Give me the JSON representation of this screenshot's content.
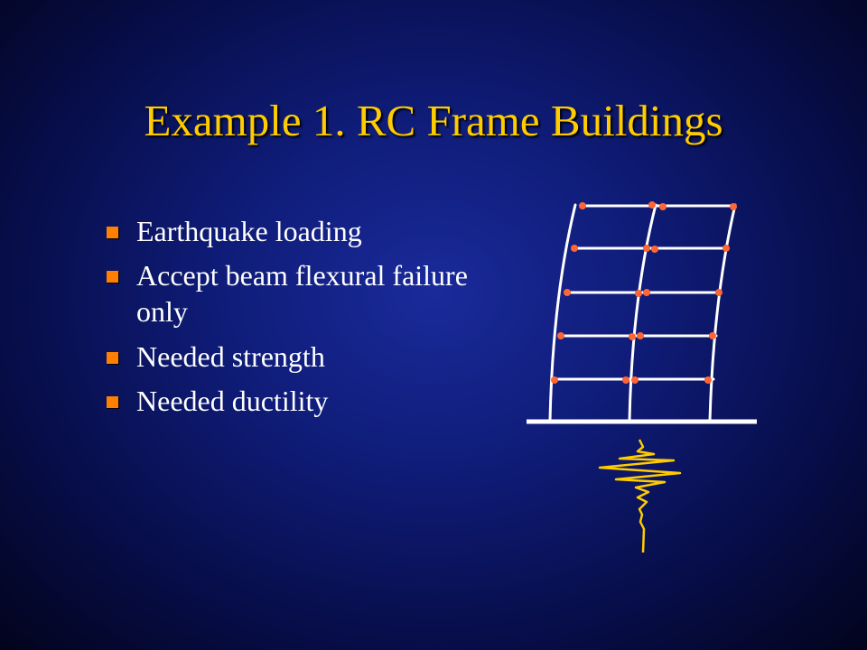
{
  "slide": {
    "title": "Example 1. RC Frame Buildings",
    "bullets": [
      "Earthquake loading",
      "Accept beam flexural failure only",
      "Needed strength",
      "Needed ductility"
    ]
  },
  "colors": {
    "title": "#ffcc00",
    "bullet_text": "#ffffff",
    "bullet_marker": "#ff8000",
    "frame_lines": "#ffffff",
    "plastic_hinges": "#ff6633",
    "ground_motion": "#ffcc00"
  },
  "icons": {
    "bullet": "orange-square",
    "diagram": "deformed-rc-frame-with-plastic-hinges",
    "ground_motion": "earthquake-ground-motion-trace"
  }
}
